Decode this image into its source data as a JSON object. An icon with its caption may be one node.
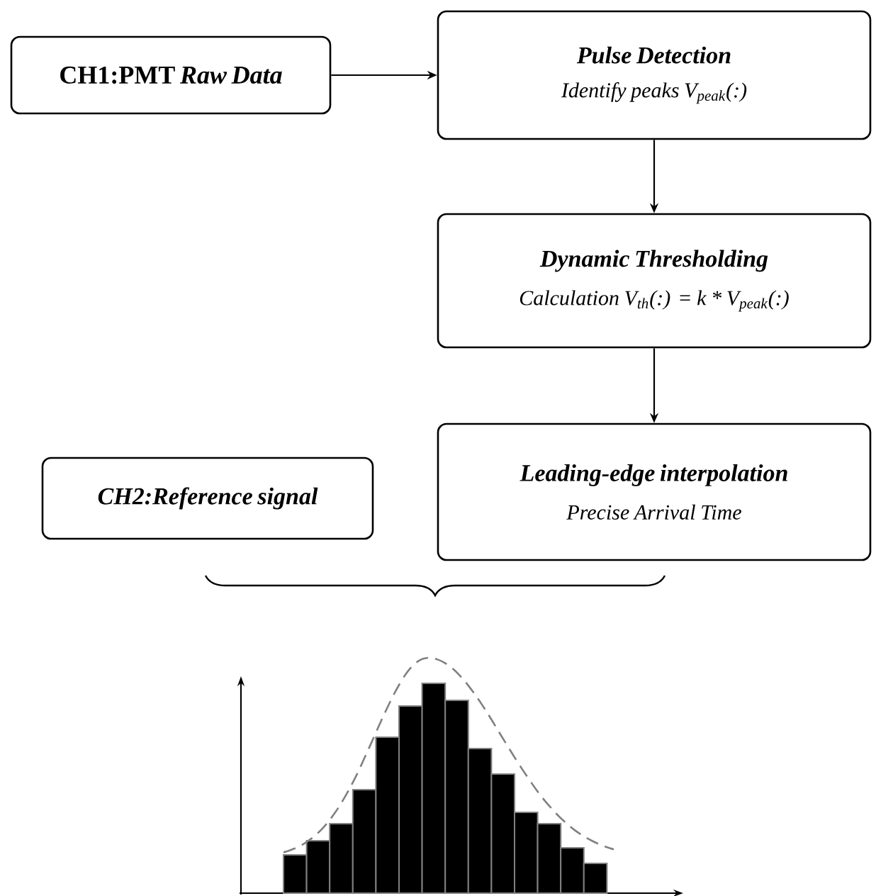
{
  "diagram": {
    "nodes": [
      {
        "text": [
          "CH1:PMT *Raw Data*"
        ]
      },
      {
        "text": [
          "Pulse Detection",
          "*Identify peaks* V$_{peak}$(:)"
        ]
      },
      {
        "text": [
          "Dynamic Thresholding",
          "*Calculation* V$_{th}$(:) = k * V$_{peak}$(:)"
        ]
      },
      {
        "text": [
          "CH2:Reference signal"
        ]
      },
      {
        "text": [
          "Leading-edge interpolation",
          "Precise Arrival Time"
        ]
      }
    ],
    "edges": [
      {
        "from": 0,
        "to": 1,
        "arrow": "to"
      },
      {
        "from": 1,
        "to": 2,
        "arrow": "to"
      },
      {
        "from": 2,
        "to": 4,
        "arrow": "to"
      }
    ]
  }
}
